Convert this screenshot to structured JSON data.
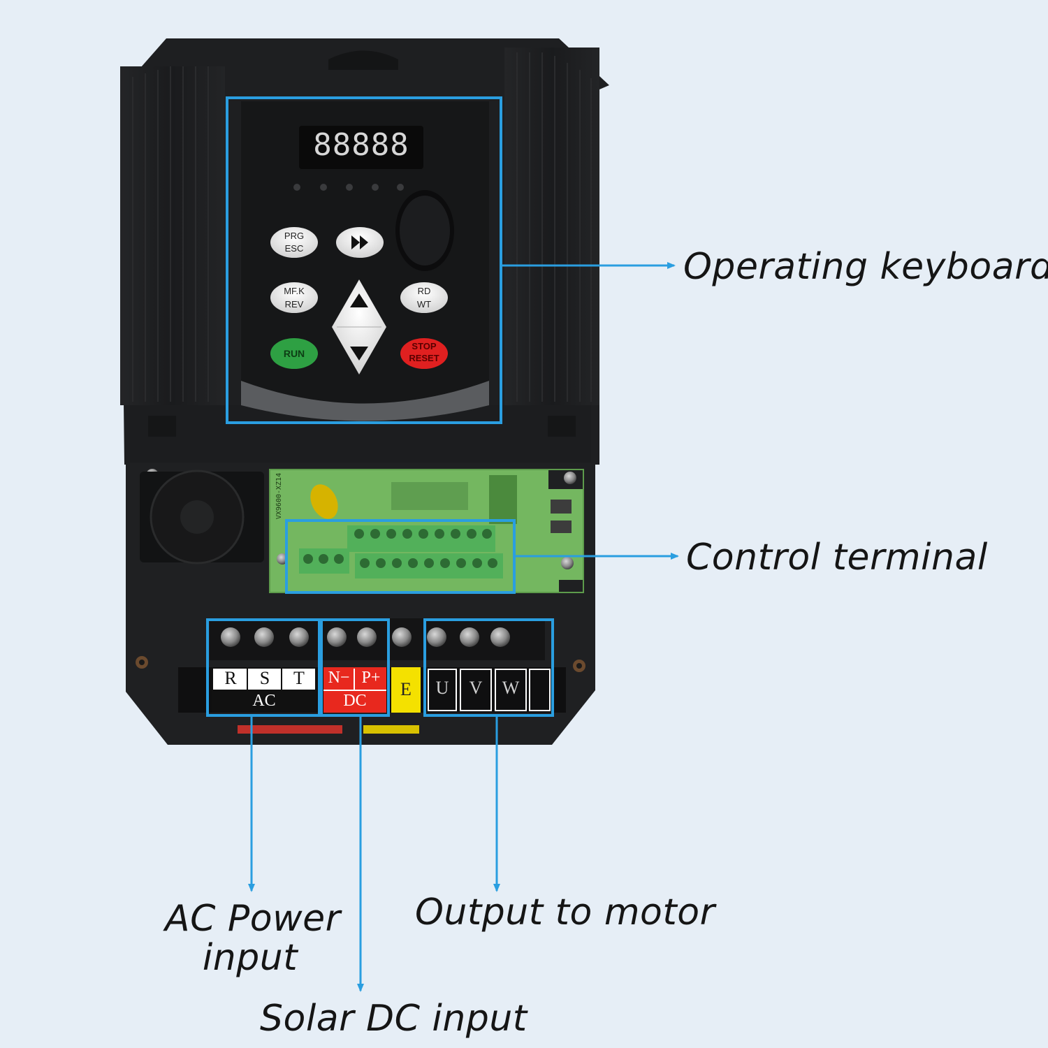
{
  "callouts": {
    "operating_keyboard": "Operating keyboard",
    "control_terminal": "Control terminal",
    "ac_power_input_line1": "AC Power",
    "ac_power_input_line2": "input",
    "output_to_motor": "Output to motor",
    "solar_dc_input": "Solar DC input"
  },
  "keypad": {
    "display": "88888",
    "prg_top": "PRG",
    "prg_bottom": "ESC",
    "mfk_top": "MF.K",
    "mfk_bottom": "REV",
    "rd_top": "RD",
    "rd_bottom": "WT",
    "run": "RUN",
    "stop_top": "STOP",
    "stop_bottom": "RESET"
  },
  "terminals": {
    "ac_phases": [
      "R",
      "S",
      "T"
    ],
    "ac_group": "AC",
    "dc_phases": [
      "N−",
      "P+"
    ],
    "dc_group": "DC",
    "earth": "E",
    "motor_phases": [
      "U",
      "V",
      "W"
    ]
  },
  "board": {
    "model_text": "VX9600-XZ14"
  },
  "colors": {
    "background": "#e6eef6",
    "housing": "#1d1e20",
    "callout_line": "#2a9ee0",
    "run_button": "#2ea043",
    "stop_button": "#e02020",
    "dc_label": "#e8281e",
    "earth_label": "#f4e100",
    "pcb": "#74b760",
    "terminal_block": "#52b05a"
  }
}
